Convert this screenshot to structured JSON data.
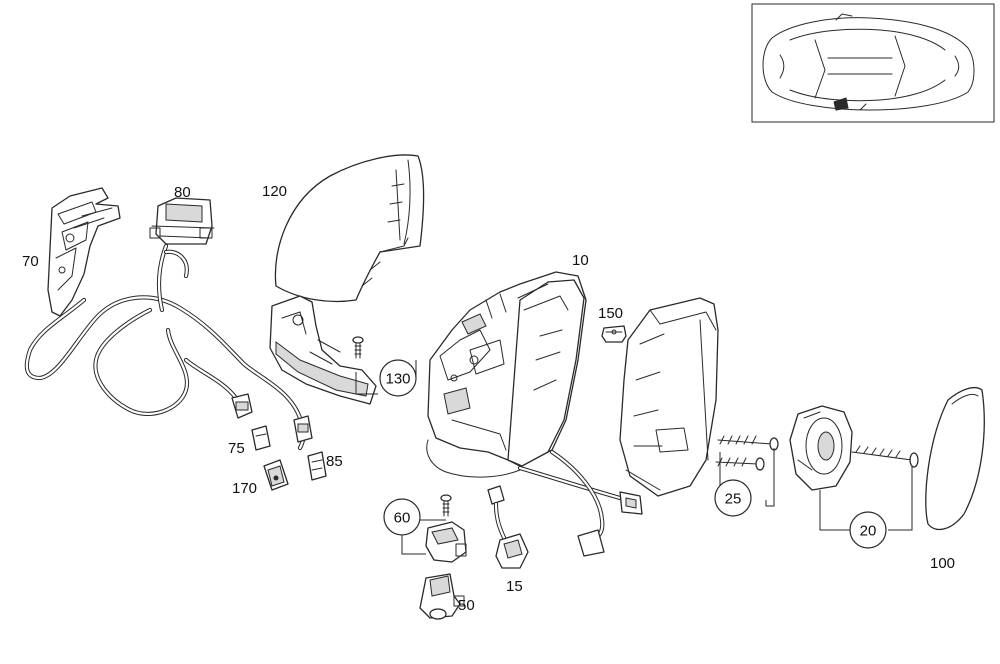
{
  "diagram": {
    "part_labels": {
      "p10": "10",
      "p15": "15",
      "p20": "20",
      "p25": "25",
      "p50": "50",
      "p60": "60",
      "p70": "70",
      "p75": "75",
      "p80": "80",
      "p85": "85",
      "p100": "100",
      "p120": "120",
      "p130": "130",
      "p150": "150",
      "p170": "170"
    },
    "inset": {
      "content": "vehicle top view",
      "highlight": "left exterior mirror location"
    }
  }
}
